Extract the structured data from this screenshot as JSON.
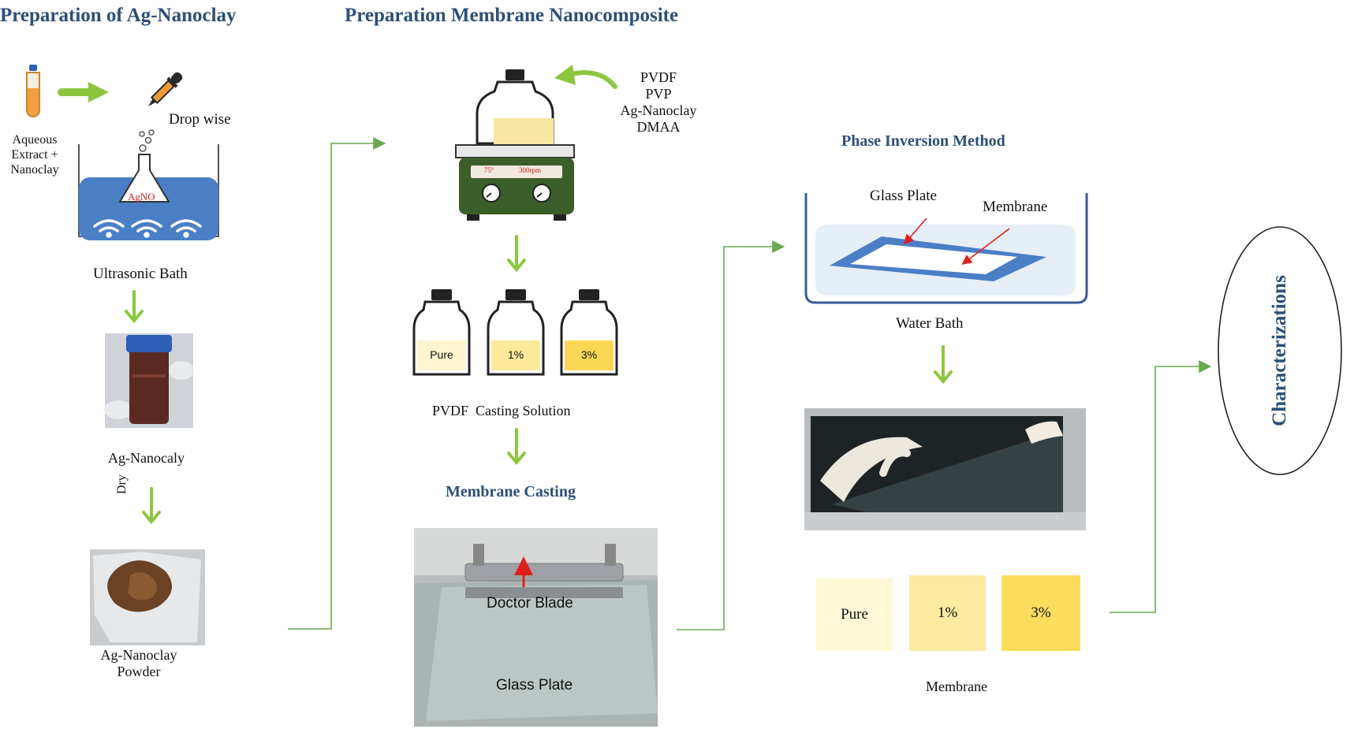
{
  "titles": {
    "section1": "Preparation of Ag-Nanoclay",
    "section2": "Preparation Membrane Nanocomposite",
    "phase_inversion": "Phase Inversion Method",
    "membrane_casting": "Membrane Casting"
  },
  "section1": {
    "drop_wise": "Drop wise",
    "aqueous_line1": "Aqueous",
    "aqueous_line2": "Extract +",
    "aqueous_line3": "Nanoclay",
    "flask_label": "AgNO",
    "ultrasonic_bath": "Ultrasonic Bath",
    "ag_nanocaly": "Ag-Nanocaly",
    "dry": "Dry",
    "powder_line1": "Ag-Nanoclay",
    "powder_line2": "Powder"
  },
  "section2": {
    "ingredients": [
      "PVDF",
      "PVP",
      "Ag-Nanoclay",
      "DMAA"
    ],
    "stirrer_temp": "75°",
    "stirrer_rpm": "300rpm",
    "bottle_labels": [
      "Pure",
      "1%",
      "3%"
    ],
    "casting_solution": "PVDF  Casting Solution",
    "doctor_blade": "Doctor Blade",
    "glass_plate": "Glass Plate"
  },
  "section3": {
    "glass_plate": "Glass Plate",
    "membrane": "Membrane",
    "water_bath": "Water Bath",
    "swatches": [
      "Pure",
      "1%",
      "3%"
    ],
    "membrane_caption": "Membrane"
  },
  "characterizations": "Characterizations",
  "colors": {
    "title": "#2c4f78",
    "arrow_green": "#8cc63f",
    "connector_green": "#6aa84f",
    "bath_blue": "#4a7fc6",
    "stirrer_green": "#3b5e2b",
    "swatch_pure": "#fff7d6",
    "swatch_1": "#fdeba0",
    "swatch_3": "#fbdc5c",
    "red_arrow": "#e0201b"
  }
}
